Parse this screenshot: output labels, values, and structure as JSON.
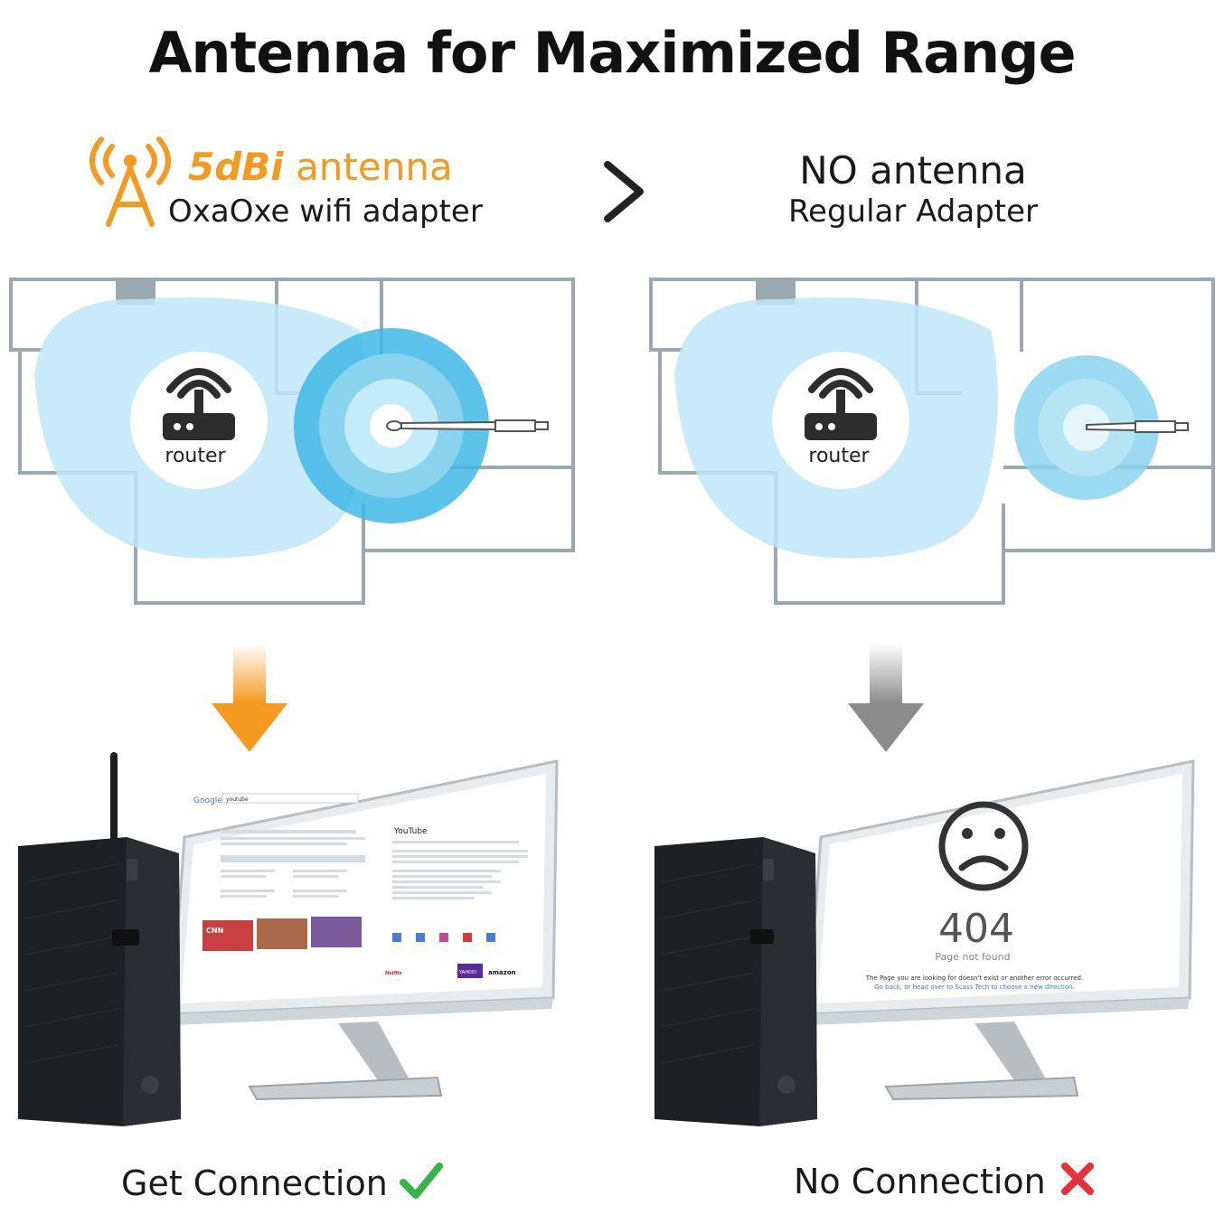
{
  "title": "Antenna for Maximized Range",
  "left": {
    "gain": "5dBi",
    "heading_rest": "antenna",
    "subheading": "OxaOxe wifi adapter",
    "router_label": "router",
    "result": "Get Connection",
    "result_icon": "check-icon",
    "arrow_color": "#f39a1f"
  },
  "comparator": ">",
  "right": {
    "heading": "NO antenna",
    "subheading": "Regular Adapter",
    "router_label": "router",
    "result": "No Connection",
    "result_icon": "cross-icon",
    "arrow_color": "#8c8c8c",
    "error_code": "404",
    "error_title": "Page not found",
    "error_line1": "The Page you are looking for doesn't exist or another error occurred.",
    "error_line2": "Go back, or head over to Scass Tech to choose a new direction."
  },
  "screen_left": {
    "search_brand": "Google",
    "search_query": "youtube",
    "panel_title": "YouTube",
    "tiles": [
      "CNN",
      "Netflix",
      "YAHOO!",
      "amazon"
    ]
  },
  "colors": {
    "coverage": "#bfe6f7",
    "signal": "#3fb8e6",
    "wall": "#9aa9b0",
    "accent_orange": "#f39a1f",
    "check_green": "#35b44a",
    "cross_red": "#e8303a"
  }
}
